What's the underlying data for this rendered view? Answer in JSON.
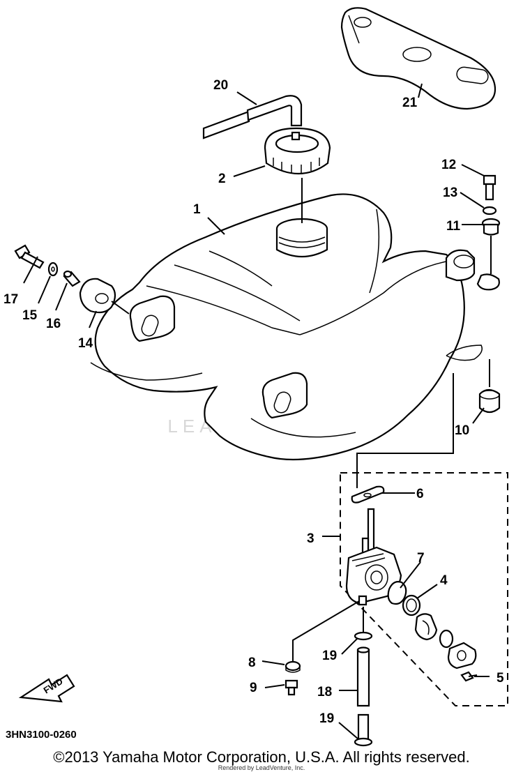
{
  "diagram": {
    "code": "3HN3100-0260",
    "fwd_label": "FWD",
    "watermark": "LEADVENTURE",
    "copyright": "©2013 Yamaha Motor Corporation, U.S.A. All rights reserved.",
    "rendered_by": "Rendered by LeadVenture, Inc."
  },
  "callouts": [
    "1",
    "2",
    "3",
    "4",
    "5",
    "6",
    "7",
    "8",
    "9",
    "10",
    "11",
    "12",
    "13",
    "14",
    "15",
    "16",
    "17",
    "18",
    "19",
    "19",
    "20",
    "21"
  ]
}
